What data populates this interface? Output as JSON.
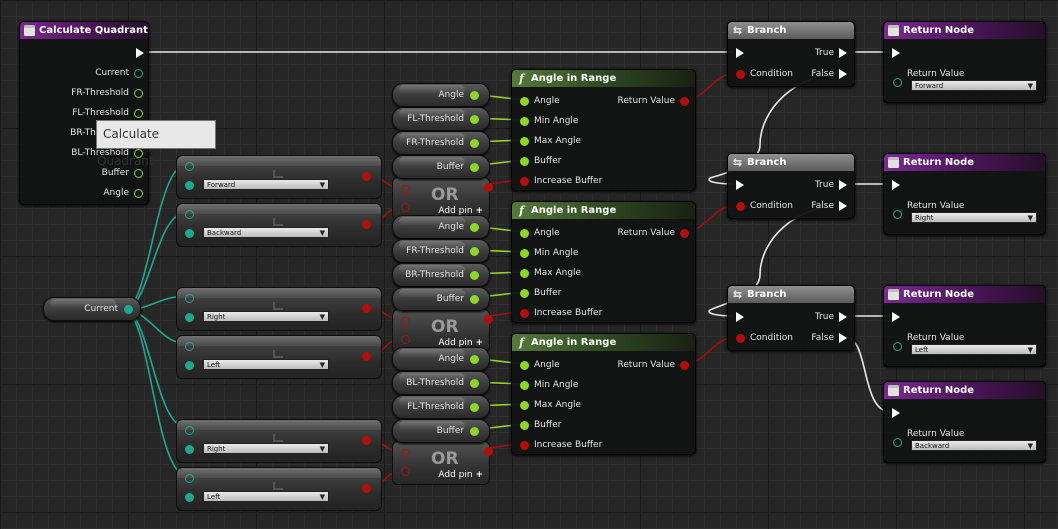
{
  "calculate_quadrant": {
    "title": "Calculate Quadrant",
    "outputs": [
      "Current",
      "FR-Threshold",
      "FL-Threshold",
      "BR-Threshold",
      "BL-Threshold",
      "Buffer",
      "Angle"
    ]
  },
  "tooltip": "Calculate Quadrant",
  "current_var": "Current",
  "compare_nodes": [
    "Forward",
    "Backward",
    "Right",
    "Left",
    "Right",
    "Left"
  ],
  "or_nodes": [
    {
      "label": "OR",
      "add_pin": "Add pin"
    },
    {
      "label": "OR",
      "add_pin": "Add pin"
    },
    {
      "label": "OR",
      "add_pin": "Add pin"
    }
  ],
  "var_groups": [
    [
      "Angle",
      "FL-Threshold",
      "FR-Threshold",
      "Buffer"
    ],
    [
      "Angle",
      "FR-Threshold",
      "BR-Threshold",
      "Buffer"
    ],
    [
      "Angle",
      "BL-Threshold",
      "FL-Threshold",
      "Buffer"
    ]
  ],
  "angle_in_range": {
    "title": "Angle in Range",
    "inputs": [
      "Angle",
      "Min Angle",
      "Max Angle",
      "Buffer",
      "Increase Buffer"
    ],
    "output": "Return Value"
  },
  "branch": {
    "title": "Branch",
    "condition": "Condition",
    "true_label": "True",
    "false_label": "False"
  },
  "return_nodes": [
    {
      "title": "Return Node",
      "label": "Return Value",
      "value": "Forward"
    },
    {
      "title": "Return Node",
      "label": "Return Value",
      "value": "Right"
    },
    {
      "title": "Return Node",
      "label": "Return Value",
      "value": "Left"
    },
    {
      "title": "Return Node",
      "label": "Return Value",
      "value": "Backward"
    }
  ],
  "colors": {
    "float_pin": "#8fd42b",
    "enum_pin": "#1fa88d",
    "bool_pin": "#b10e0e",
    "exec_pin": "#ffffff",
    "function_header": "#7b2a8e",
    "pure_function_header": "#557a3a"
  }
}
